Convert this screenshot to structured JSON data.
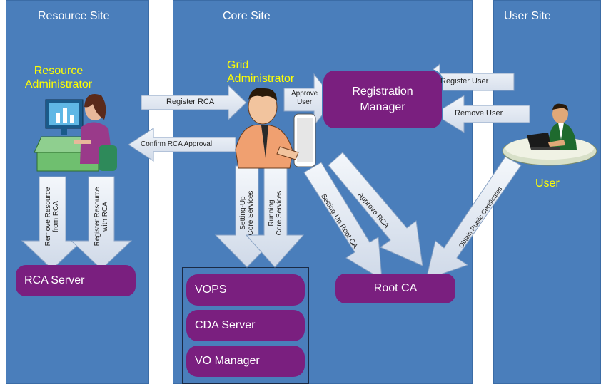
{
  "sites": {
    "resource": "Resource Site",
    "core": "Core Site",
    "user": "User Site"
  },
  "actors": {
    "resource_admin_line1": "Resource",
    "resource_admin_line2": "Administrator",
    "grid_admin_line1": "Grid",
    "grid_admin_line2": "Administrator",
    "user": "User"
  },
  "components": {
    "registration_manager_line1": "Registration",
    "registration_manager_line2": "Manager",
    "rca_server": "RCA Server",
    "root_ca": "Root CA",
    "vops": "VOPS",
    "cda_server": "CDA Server",
    "vo_manager": "VO Manager"
  },
  "arrows": {
    "register_rca": "Register RCA",
    "confirm_rca_approval": "Confirm RCA Approval",
    "approve_user_line1": "Approve",
    "approve_user_line2": "User",
    "register_user": "Register User",
    "remove_user": "Remove User",
    "remove_resource_line1": "Remove Resource",
    "remove_resource_line2": "from RCA",
    "register_resource_line1": "Register Resource",
    "register_resource_line2": "with RCA",
    "setting_up_core_line1": "Setting-Up",
    "setting_up_core_line2": "Core Services",
    "running_core_line1": "Running",
    "running_core_line2": "Core Services",
    "setting_up_root_ca": "Setting-Up Root CA",
    "approve_rca": "Approve RCA",
    "obtain_public_certificates": "Obtain Public Certificates"
  },
  "colors": {
    "panel_blue": "#4a7ebb",
    "component_purple": "#7a1f7f",
    "arrow_fill": "#e6ecf5",
    "actor_label": "#ffff00"
  }
}
